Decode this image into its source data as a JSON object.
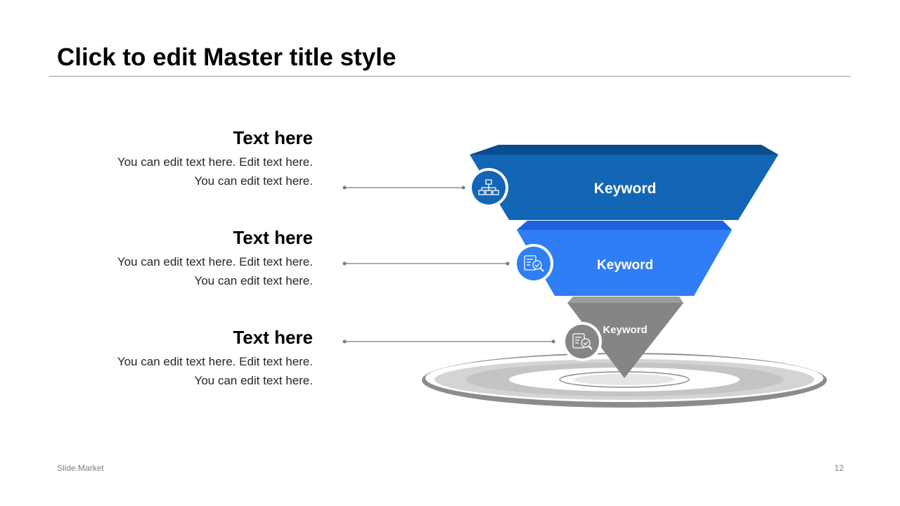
{
  "slide": {
    "title": "Click to edit Master title style",
    "footer_brand": "Slide.Market",
    "page_number": "12"
  },
  "items": [
    {
      "heading": "Text here",
      "body_line1": "You can edit text here. Edit text here.",
      "body_line2": "You can edit text here."
    },
    {
      "heading": "Text here",
      "body_line1": "You can edit text here. Edit text here.",
      "body_line2": "You can edit text here."
    },
    {
      "heading": "Text here",
      "body_line1": "You can edit text here. Edit text here.",
      "body_line2": "You can edit text here."
    }
  ],
  "funnel": {
    "levels": [
      {
        "keyword": "Keyword",
        "icon": "organization-chart-icon",
        "color": "#1266B5"
      },
      {
        "keyword": "Keyword",
        "icon": "document-search-icon",
        "color": "#2F7EF5"
      },
      {
        "keyword": "Keyword",
        "icon": "document-search-icon",
        "color": "#858585"
      }
    ],
    "target_colors": [
      "#8C8C8C",
      "#C8C8C8",
      "#E6E6E6"
    ]
  },
  "colors": {
    "connector": "#6F7D8C",
    "rule": "#9A9A9A"
  }
}
